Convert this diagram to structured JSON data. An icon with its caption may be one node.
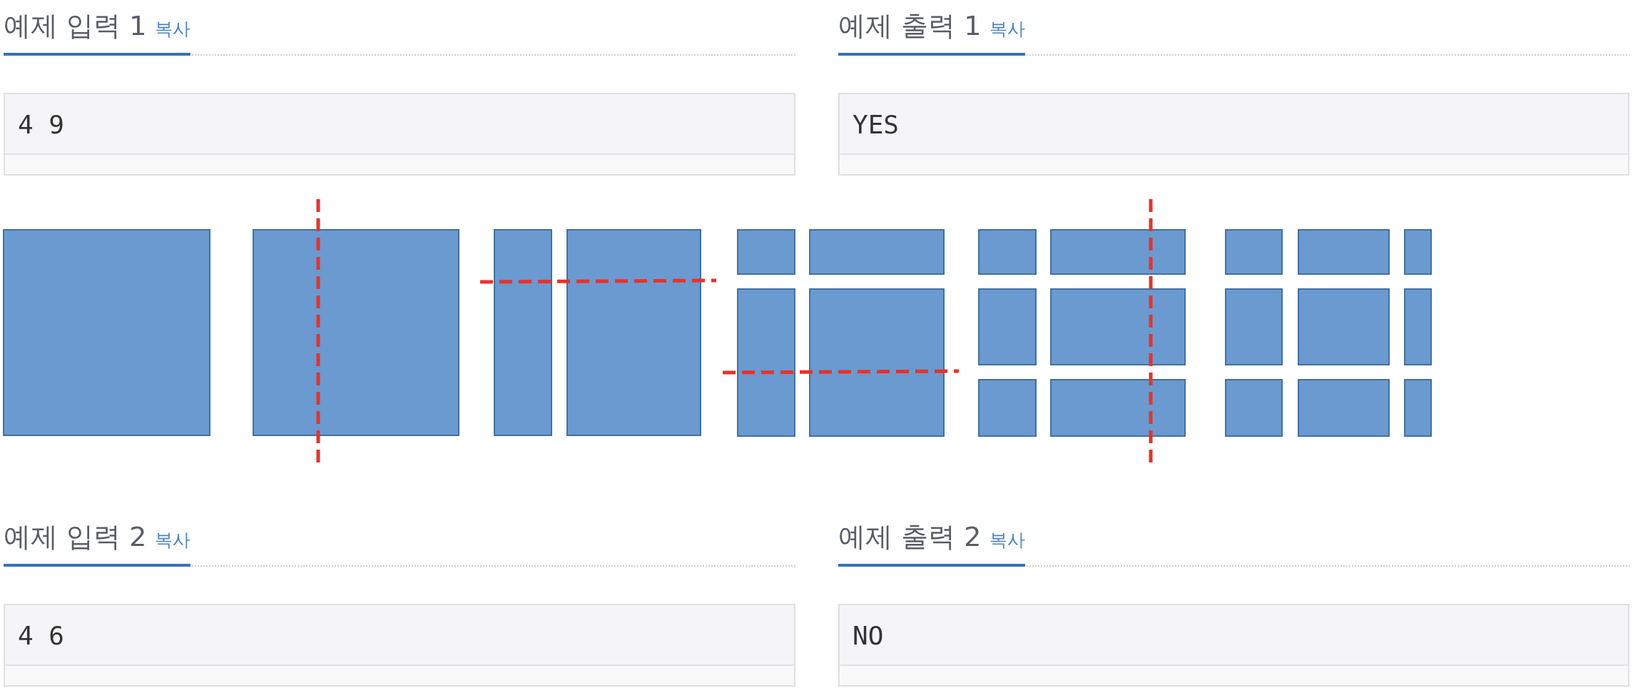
{
  "diagram": {
    "nodes": [
      {
        "text": [
          "예제 입력 1",
          "4 9"
        ],
        "beside": [
          "복사"
        ]
      },
      {
        "text": [
          "예제 출력 1",
          "YES"
        ],
        "beside": [
          "복사"
        ]
      },
      {
        "text": [
          "예제 입력 2",
          "4 6"
        ],
        "beside": [
          "복사"
        ]
      },
      {
        "text": [
          "예제 출력 2",
          "NO"
        ],
        "beside": [
          "복사"
        ]
      }
    ]
  }
}
